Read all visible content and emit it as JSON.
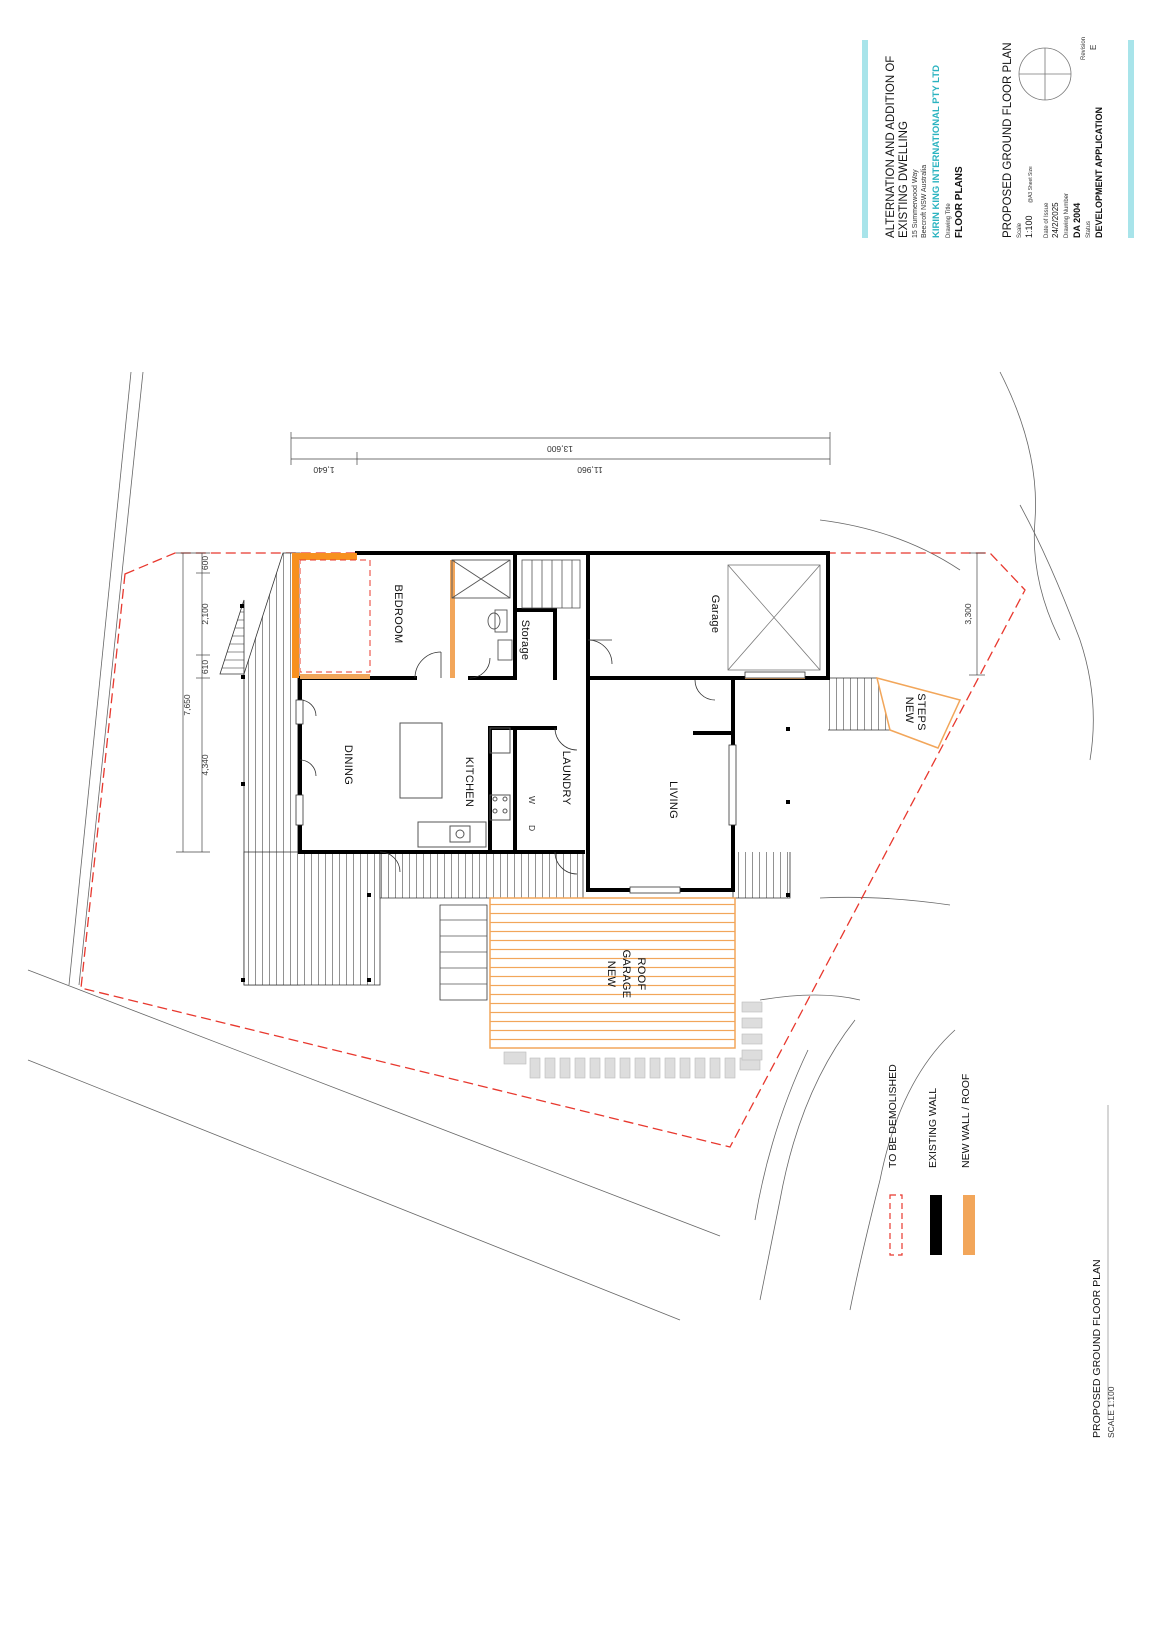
{
  "title_block": {
    "project_line1": "ALTERNATION AND ADDITION OF",
    "project_line2": "EXISTING DWELLING",
    "address1": "15 Summerwood Way",
    "address2": "Beecroft  NSW   Australia",
    "company": "KIRIN KING INTERNATIONAL PTY LTD",
    "drawing_title_label": "Drawing Title",
    "drawing_title": "FLOOR PLANS",
    "sheet_title": "PROPOSED GROUND FLOOR PLAN",
    "scale_label": "Scale",
    "scale": "1:100",
    "scale_note": "@A3 Sheet Size",
    "date_label": "Date of Issue",
    "date": "24/2/2025",
    "drawing_number_label": "Drawing Number",
    "drawing_number": "DA 2004",
    "status_label": "Status",
    "status": "DEVELOPMENT APPLICATION",
    "revision_label": "Revision",
    "revision": "E"
  },
  "colors": {
    "accent": "#a8e4ea",
    "company_text": "#2bb3c0",
    "demolish": "#e8382e",
    "existing_wall": "#000000",
    "new_wall": "#f2a65a",
    "new_element_bright": "#f7901e"
  },
  "rooms": {
    "bedroom": "BEDROOM",
    "storage": "Storage",
    "garage": "Garage",
    "dining": "DINING",
    "kitchen": "KITCHEN",
    "laundry": "LAUNDRY",
    "living": "LIVING",
    "new_steps_1": "NEW",
    "new_steps_2": "STEPS",
    "new_garage_roof_1": "NEW",
    "new_garage_roof_2": "GARAGE",
    "new_garage_roof_3": "ROOF"
  },
  "dimensions": {
    "overall": "13,600",
    "part_a": "1,640",
    "part_b": "11,960",
    "left_total": "7,650",
    "left_1": "600",
    "left_2": "2,100",
    "left_3": "610",
    "left_4": "4,340",
    "right_1": "3,300"
  },
  "legend": {
    "demolish": "TO BE DEMOLISHED",
    "existing": "EXISTING WALL",
    "new": "NEW WALL / ROOF"
  },
  "plan_caption": {
    "title": "PROPOSED GROUND FLOOR PLAN",
    "scale": "SCALE 1:100"
  },
  "fixtures": {
    "washer": "W",
    "dryer": "D"
  }
}
